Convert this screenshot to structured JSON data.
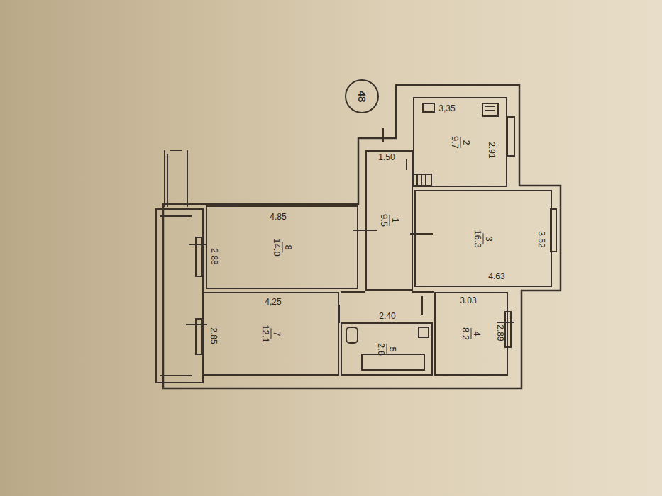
{
  "diagram": {
    "nodes": [
      {
        "text": [
          "2",
          "9.7"
        ]
      },
      {
        "text": [
          "3",
          "16.3"
        ]
      },
      {
        "text": [
          "1",
          "9.5"
        ]
      },
      {
        "text": [
          "8",
          "14.0"
        ]
      },
      {
        "text": [
          "7",
          "12.1"
        ]
      },
      {
        "text": [
          "5",
          "2.6"
        ]
      },
      {
        "text": [
          "4",
          "8.2"
        ]
      },
      {
        "text": [
          "48"
        ]
      }
    ],
    "labels": [
      "3,35",
      "2.91",
      "1.50",
      "4.85",
      "2.88",
      "3.52",
      "4.63",
      "4,25",
      "2.85",
      "2.40",
      "3.03",
      "2.89"
    ]
  }
}
